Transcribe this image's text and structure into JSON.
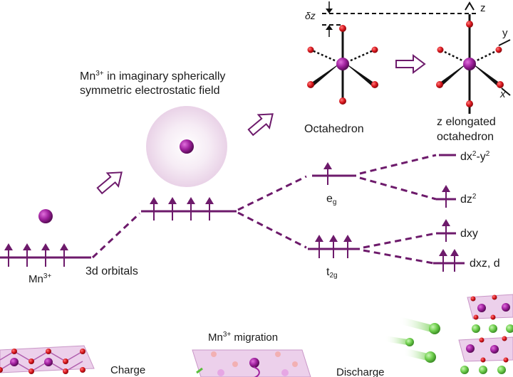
{
  "labels": {
    "mn_field_line1_prefix": "Mn",
    "mn_field_line1_sup": "3+",
    "mn_field_line1_rest": " in imaginary spherically",
    "mn_field_line2": "symmetric electrostatic field",
    "octahedron": "Octahedron",
    "z_elongated_line1": "z elongated",
    "z_elongated_line2": "octahedron",
    "mn_ion_prefix": "Mn",
    "mn_ion_sup": "3+",
    "orbitals_3d": "3d orbitals",
    "eg_main": "e",
    "eg_sub": "g",
    "t2g_main": "t",
    "t2g_sub": "2g",
    "dx2y2_a": "dx",
    "dx2y2_sup1": "2",
    "dx2y2_b": "-y",
    "dx2y2_sup2": "2",
    "dz2_a": "dz",
    "dz2_sup": "2",
    "dxy": "dxy",
    "dxz": "dxz, d",
    "delta_z": "δz",
    "axis_z": "z",
    "axis_y": "y",
    "axis_x": "x",
    "migration_prefix": "Mn",
    "migration_sup": "3+",
    "migration_rest": " migration",
    "charge": "Charge",
    "discharge": "Discharge"
  },
  "colors": {
    "purple": "#6d1a6b",
    "atom": "#a1229f",
    "oxygen": "#d7141b",
    "sphere": "#f1e2f0",
    "green": "#6fcf4d",
    "layer": "#e7c4e6"
  }
}
